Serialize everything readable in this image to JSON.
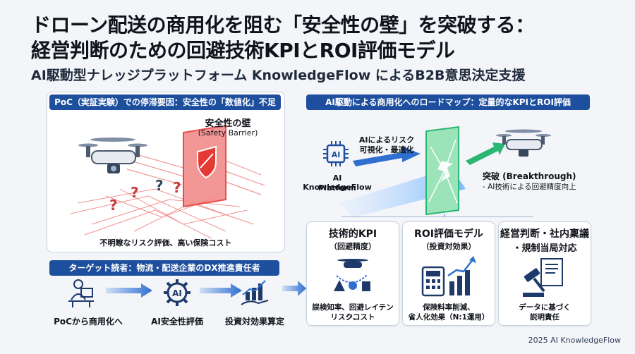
{
  "title_line1": "ドローン配送の商用化を阻む「安全性の壁」を突破する：",
  "title_line2": "経営判断のための回避技術KPIとROI評価モデル",
  "subtitle": "AI駆動型ナレッジプラットフォーム KnowledgeFlow によるB2B意思決定支援",
  "left_panel": {
    "header": "PoC（実証実験）での停滞要因：安全性の「数値化」不足",
    "barrier_title": "安全性の壁",
    "barrier_subtitle": "(Safety Barrier)",
    "caption": "不明瞭なリスク評価、高い保険コスト"
  },
  "right_panel": {
    "header": "AI駆動による商用化へのロードマップ：定量的なKPIとROI評価",
    "arrow_label_line1": "AIによるリスク",
    "arrow_label_line2": "可視化・最適化",
    "platform_line1": "AI KnowledgeFlow",
    "platform_line2": "Platform",
    "breakthrough_title": "突破 (Breakthrough)",
    "breakthrough_sub": "- AI技術による回避精度向上"
  },
  "cards": [
    {
      "title": "技術的KPI",
      "sub": "（回避精度）",
      "foot1": "誤検知率、回避レイテンシ、",
      "foot2": "リスクコスト"
    },
    {
      "title": "ROI評価モデル",
      "sub": "（投資対効果）",
      "foot1": "保険料率削減、",
      "foot2": "省人化効果（N:1運用）"
    },
    {
      "title": "経営判断・社内稟議",
      "sub": "・規制当局対応",
      "foot1": "データに基づく",
      "foot2": "説明責任"
    }
  ],
  "target": {
    "header": "ターゲット読者：物流・配送企業のDX推進責任者",
    "steps": [
      "PoCから商用化へ",
      "AI安全性評価",
      "投資対効果算定"
    ]
  },
  "footer": "2025 AI KnowledgeFlow",
  "colors": {
    "accent": "#1e4f9e",
    "barrier": "#e53935",
    "breakthrough": "#2bb673"
  }
}
